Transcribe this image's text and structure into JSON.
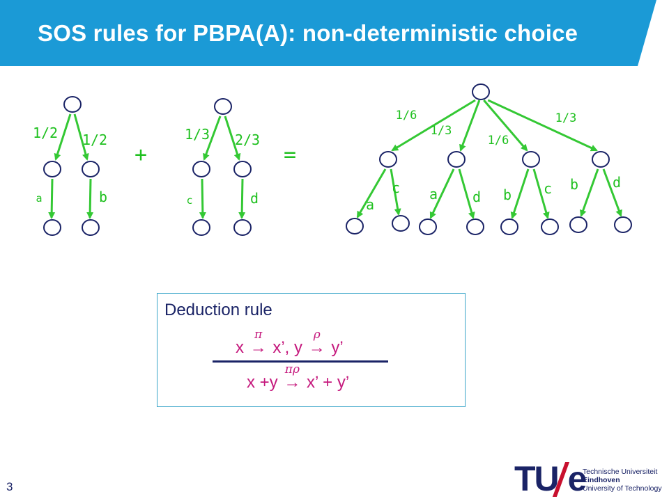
{
  "slide": {
    "title": "SOS rules for PBPA(A): non-deterministic choice",
    "page_number": "3"
  },
  "diagram": {
    "plus_symbol": "+",
    "equals_symbol": "=",
    "tree1": {
      "prob_left": "1/2",
      "prob_right": "1/2",
      "action_left": "a",
      "action_right": "b"
    },
    "tree2": {
      "prob_left": "1/3",
      "prob_right": "2/3",
      "action_left": "c",
      "action_right": "d"
    },
    "tree3": {
      "probs": [
        "1/6",
        "1/3",
        "1/6",
        "1/3"
      ],
      "actions": [
        "a",
        "c",
        "a",
        "d",
        "b",
        "c",
        "b",
        "d"
      ]
    }
  },
  "rule": {
    "title": "Deduction rule",
    "premise_1": "x",
    "premise_1_label": "π",
    "premise_2": "x’, y",
    "premise_2_label": "ρ",
    "premise_3": "y’",
    "conclusion_1": "x +y",
    "conclusion_label": "πρ",
    "conclusion_2": "x’ + y’",
    "arrow": "→"
  },
  "logo": {
    "mark_tu": "TU",
    "mark_e": "e",
    "line1": "Technische Universiteit",
    "line2": "Eindhoven",
    "line3": "University of Technology"
  },
  "colors": {
    "header": "#1b9ad6",
    "tree_stroke": "#34c834",
    "node_stroke": "#1a2366",
    "rule_text": "#c5197d",
    "navy": "#1a2366"
  }
}
